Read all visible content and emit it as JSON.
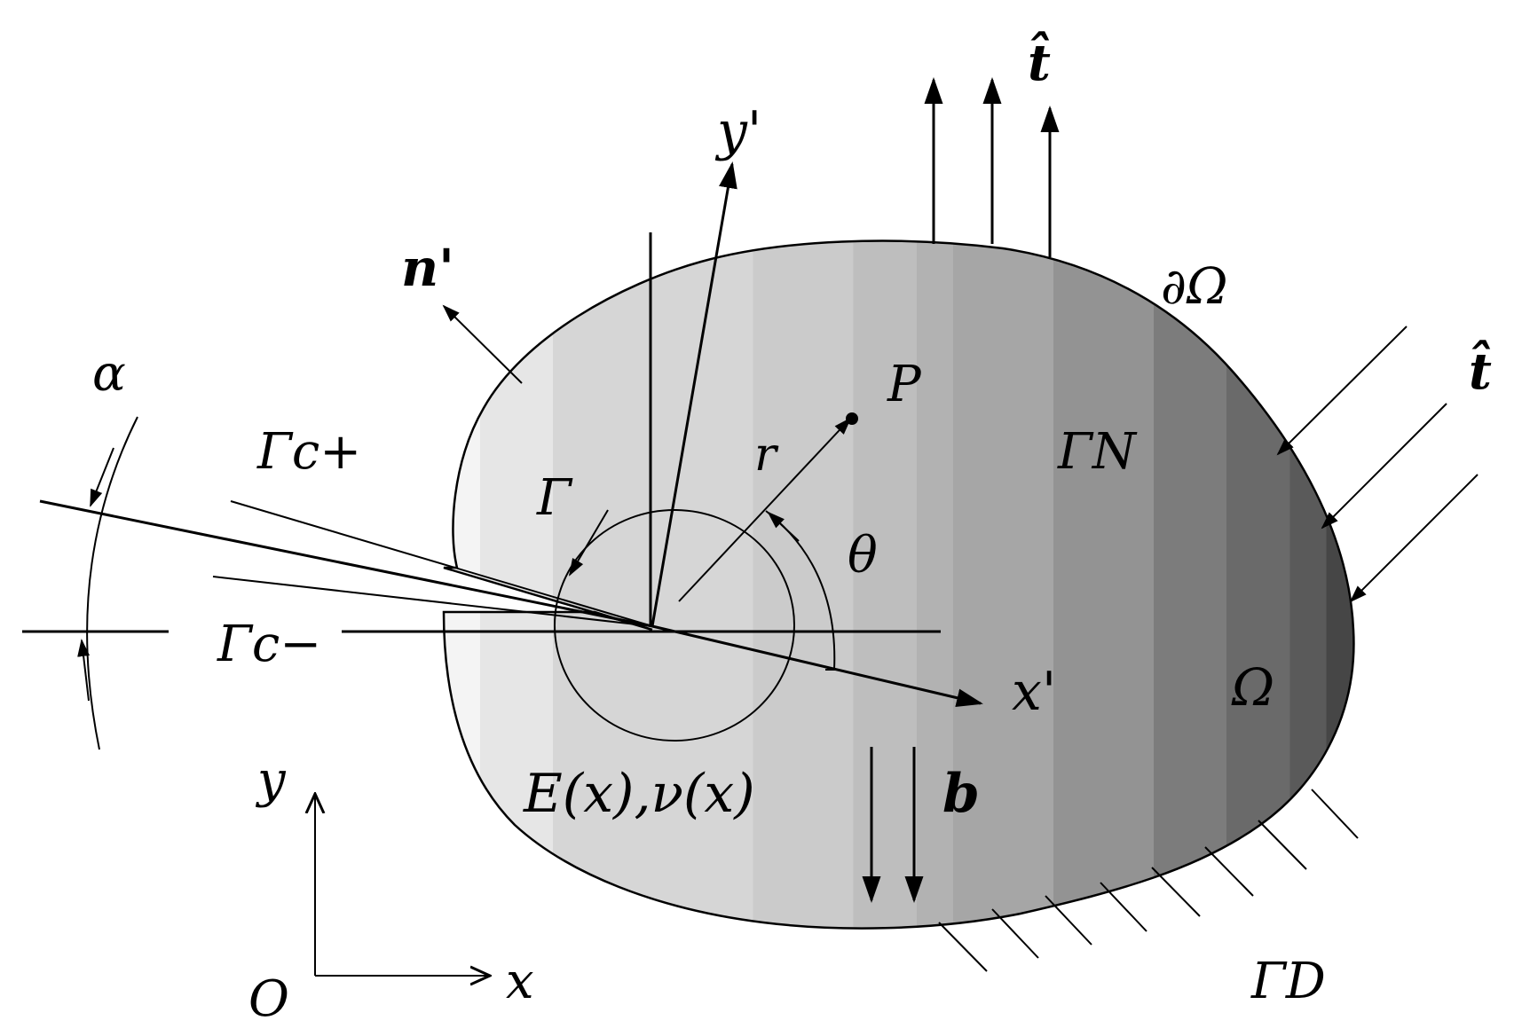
{
  "labels": {
    "t_hat_top": "t̂",
    "t_hat_right": "t̂",
    "y_prime": "y'",
    "x_prime": "x'",
    "n_prime": "n'",
    "boundary": "∂Ω",
    "alpha": "α",
    "P": "P",
    "r": "r",
    "Gamma_N": "ΓN",
    "Gamma_c_plus": "Γc+",
    "Gamma": "Γ",
    "theta": "θ",
    "Gamma_c_minus": "Γc−",
    "Omega": "Ω",
    "material": "E(x),ν(x)",
    "b": "b",
    "y": "y",
    "x": "x",
    "O": "O",
    "Gamma_D": "ΓD"
  },
  "colors": {
    "gradient": [
      "#f4f4f4",
      "#e6e6e6",
      "#d6d6d6",
      "#cbcbcb",
      "#bebebe",
      "#b2b2b2",
      "#a6a6a6",
      "#939393",
      "#7c7c7c",
      "#6a6a6a",
      "#5a5a5a",
      "#464646"
    ]
  }
}
